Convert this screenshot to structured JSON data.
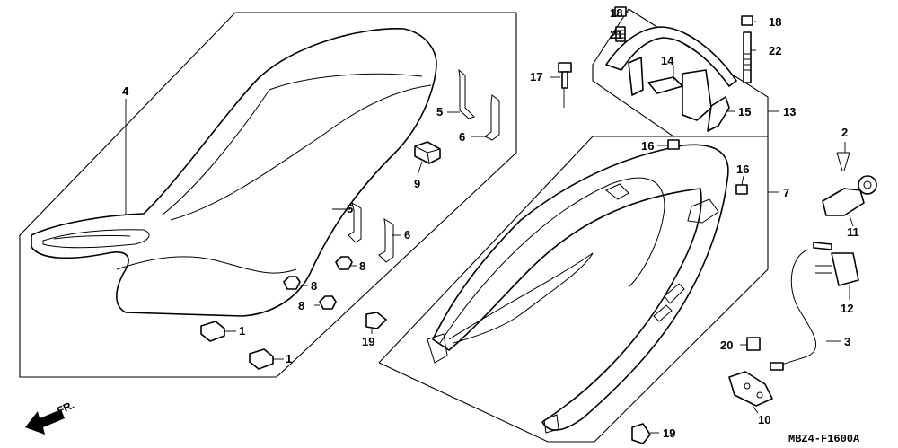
{
  "diagram": {
    "callouts": [
      "1",
      "1",
      "2",
      "3",
      "4",
      "5",
      "5",
      "6",
      "6",
      "7",
      "8",
      "8",
      "8",
      "9",
      "10",
      "11",
      "12",
      "13",
      "14",
      "15",
      "16",
      "16",
      "17",
      "18",
      "18",
      "19",
      "19",
      "20",
      "21",
      "22"
    ],
    "direction_label": "FR.",
    "drawing_code": "MBZ4-F1600A"
  }
}
